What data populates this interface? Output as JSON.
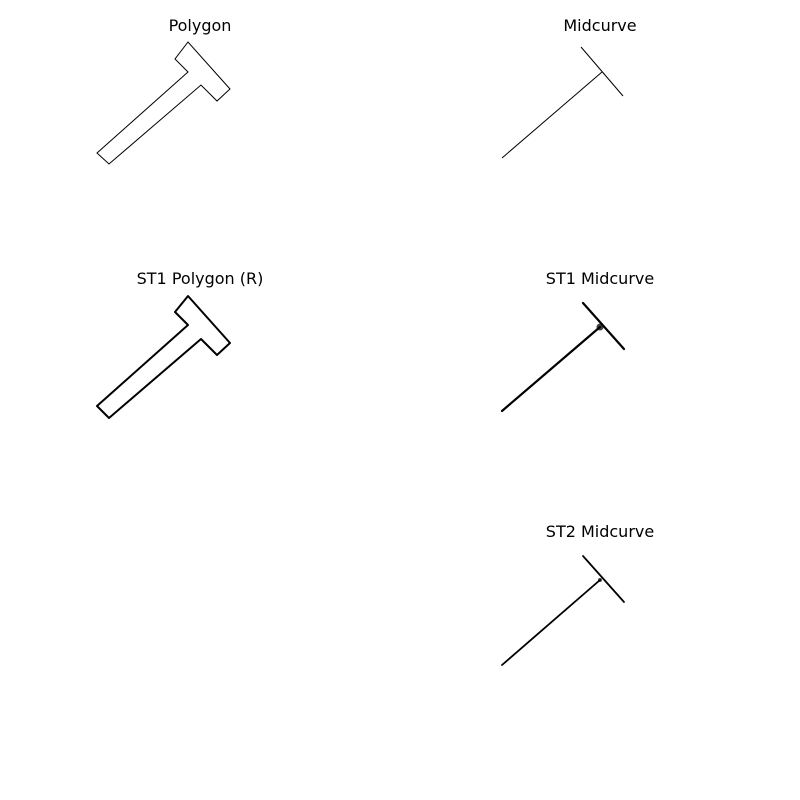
{
  "panels": {
    "polygon": {
      "title": "Polygon"
    },
    "midcurve": {
      "title": "Midcurve"
    },
    "st1_polygon": {
      "title": "ST1 Polygon (R)"
    },
    "st1_midcurve": {
      "title": "ST1 Midcurve"
    },
    "st2_midcurve": {
      "title": "ST2 Midcurve"
    }
  },
  "colors": {
    "background": "#ffffff",
    "stroke": "#000000"
  }
}
